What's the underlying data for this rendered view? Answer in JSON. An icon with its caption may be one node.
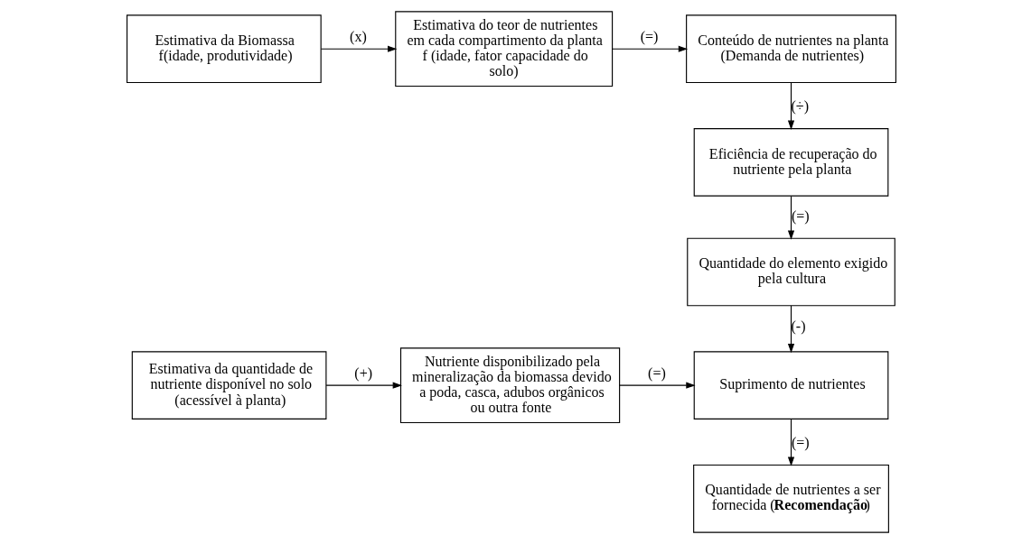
{
  "diagram": {
    "nodes": [
      {
        "text": [
          "Estimativa da Biomassa f(idade, produtividade)"
        ]
      },
      {
        "text": [
          "Estimativa do teor de nutrientes em cada compartimento da planta f (idade, fator capacidade do solo)"
        ]
      },
      {
        "text": [
          "Conteúdo de nutrientes na planta (Demanda de nutrientes)"
        ]
      },
      {
        "text": [
          "Eficiência de recuperação do nutriente pela planta"
        ]
      },
      {
        "text": [
          "Quantidade do elemento exigido pela cultura"
        ]
      },
      {
        "text": [
          "Estimativa da quantidade de nutriente disponível no solo (acessível à planta)"
        ]
      },
      {
        "text": [
          "Nutriente disponibilizado pela mineralização da biomassa devido a poda, casca, adubos orgânicos ou outra fonte"
        ]
      },
      {
        "text": [
          "Suprimento de nutrientes"
        ]
      },
      {
        "text": [
          "Quantidade de nutrientes a ser fornecida (**Recomendação**)"
        ]
      }
    ],
    "edges": [
      {
        "from": 0,
        "to": 1,
        "arrow": "to",
        "label": "(x)"
      },
      {
        "from": 1,
        "to": 2,
        "arrow": "to",
        "label": "(=)"
      },
      {
        "from": 2,
        "to": 3,
        "arrow": "to",
        "label": "(÷)"
      },
      {
        "from": 3,
        "to": 4,
        "arrow": "to",
        "label": "(=)"
      },
      {
        "from": 4,
        "to": 7,
        "arrow": "to",
        "label": "(-)"
      },
      {
        "from": 5,
        "to": 6,
        "arrow": "to",
        "label": "(+)"
      },
      {
        "from": 6,
        "to": 7,
        "arrow": "to",
        "label": "(=)"
      },
      {
        "from": 7,
        "to": 8,
        "arrow": "to",
        "label": "(=)"
      }
    ]
  }
}
